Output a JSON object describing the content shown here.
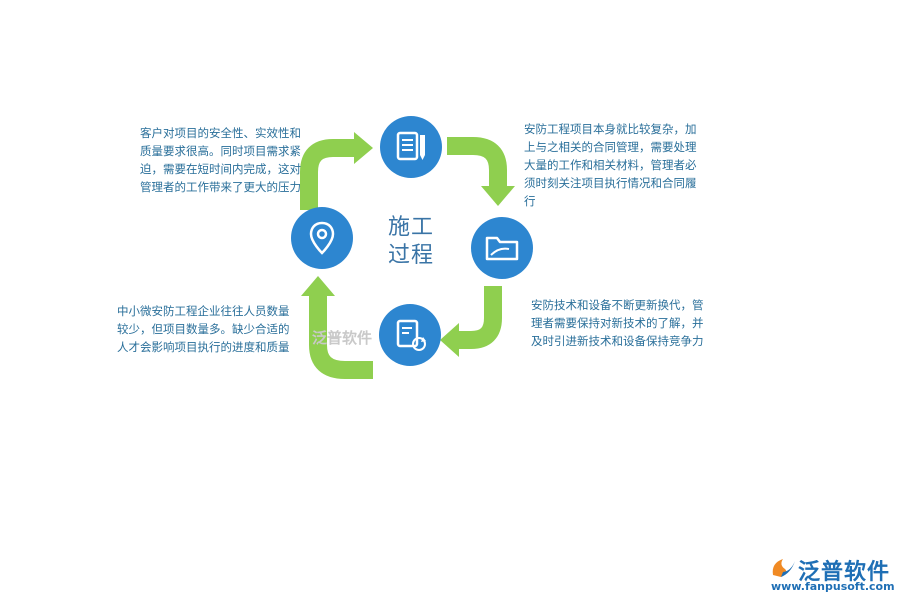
{
  "center": {
    "title_line1": "施工",
    "title_line2": "过程"
  },
  "nodes": {
    "top": {
      "icon": "document-pen-icon",
      "text": [
        "安防工程项目本身就比较复杂，加",
        "上与之相关的合同管理，需要处理",
        "大量的工作和相关材料，管理者必",
        "须时刻关注项目执行情况和合同履",
        "行"
      ]
    },
    "right": {
      "icon": "folder-icon",
      "text": [
        "安防技术和设备不断更新换代，管",
        "理者需要保持对新技术的了解，并",
        "及时引进新技术和设备保持竞争力"
      ]
    },
    "bottom": {
      "icon": "document-refresh-icon",
      "text": [
        "中小微安防工程企业往往人员数量",
        "较少，但项目数量多。缺少合适的",
        "人才会影响项目执行的进度和质量"
      ]
    },
    "left": {
      "icon": "location-pin-icon",
      "text": [
        "客户对项目的安全性、实效性和",
        "质量要求很高。同时项目需求紧",
        "迫，需要在短时间内完成，这对",
        "管理者的工作带来了更大的压力"
      ]
    }
  },
  "watermark": {
    "text": "泛普软件"
  },
  "logo": {
    "name": "泛普软件",
    "url": "www.fanpusoft.com"
  },
  "colors": {
    "arrow": "#8fcf4f",
    "circle": "#2d86d0",
    "text": "#2a6f9a"
  }
}
